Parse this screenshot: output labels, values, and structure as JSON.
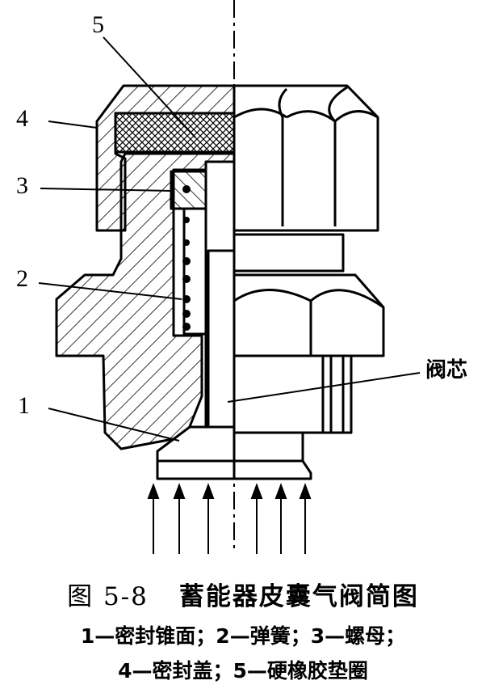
{
  "figure": {
    "number": "图 5-8",
    "title": "蓄能器皮囊气阀简图",
    "legend_line1": "1—密封锥面；2—弹簧；3—螺母；",
    "legend_line2": "4—密封盖；5—硬橡胶垫圈"
  },
  "labels": {
    "part1": "1",
    "part2": "2",
    "part3": "3",
    "part4": "4",
    "part5": "5",
    "valve_core": "阀芯"
  },
  "colors": {
    "ink": "#000000",
    "paper": "#ffffff"
  }
}
